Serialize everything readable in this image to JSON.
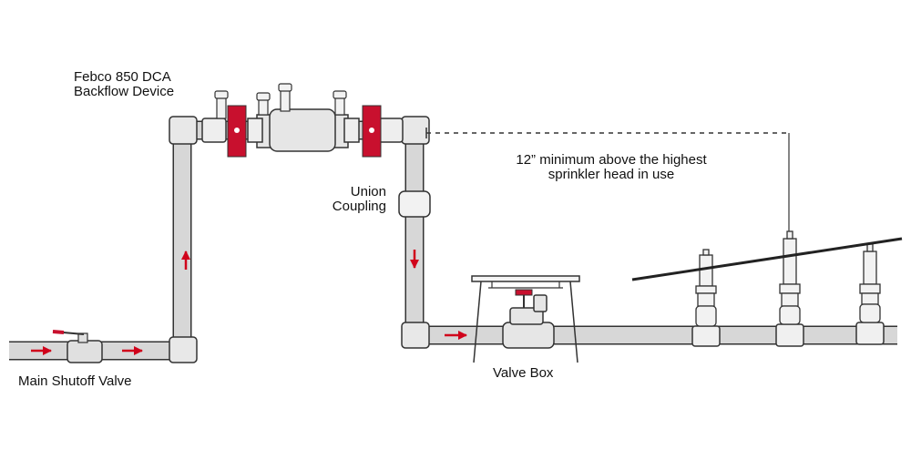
{
  "labels": {
    "backflow_line1": "Febco 850 DCA",
    "backflow_line2": "Backflow Device",
    "union_line1": "Union",
    "union_line2": "Coupling",
    "height_line1": "12” minimum above the highest",
    "height_line2": "sprinkler head in use",
    "valve_box": "Valve Box",
    "main_shutoff": "Main Shutoff Valve"
  },
  "colors": {
    "pipe_fill": "#d7d7d7",
    "pipe_stroke": "#333333",
    "handle_red": "#c8102e",
    "arrow_red": "#d0021b",
    "fitting_fill": "#f0f0f0"
  },
  "icons": {
    "flow_arrow": "flow-arrow-icon",
    "sprinkler": "sprinkler-head-icon",
    "ball_valve": "ball-valve-icon"
  }
}
